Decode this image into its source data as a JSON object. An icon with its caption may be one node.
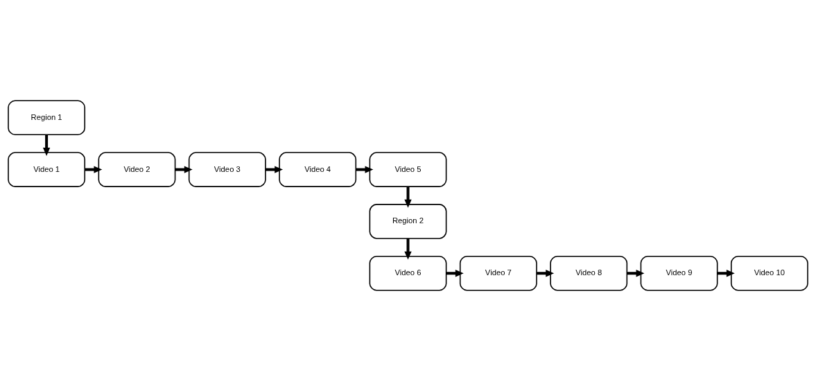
{
  "diagram": {
    "nodes": [
      {
        "text": [
          "Region 1"
        ]
      },
      {
        "text": [
          "Video 1"
        ]
      },
      {
        "text": [
          "Video 2"
        ]
      },
      {
        "text": [
          "Video 3"
        ]
      },
      {
        "text": [
          "Video 4"
        ]
      },
      {
        "text": [
          "Video 5"
        ]
      },
      {
        "text": [
          "Region 2"
        ]
      },
      {
        "text": [
          "Video 6"
        ]
      },
      {
        "text": [
          "Video 7"
        ]
      },
      {
        "text": [
          "Video 8"
        ]
      },
      {
        "text": [
          "Video 9"
        ]
      },
      {
        "text": [
          "Video 10"
        ]
      }
    ],
    "edges": [
      {
        "from": 0,
        "to": 1,
        "arrow": "to"
      },
      {
        "from": 1,
        "to": 2,
        "arrow": "to"
      },
      {
        "from": 2,
        "to": 3,
        "arrow": "to"
      },
      {
        "from": 3,
        "to": 4,
        "arrow": "to"
      },
      {
        "from": 4,
        "to": 5,
        "arrow": "to"
      },
      {
        "from": 5,
        "to": 6,
        "arrow": "to"
      },
      {
        "from": 6,
        "to": 7,
        "arrow": "to"
      },
      {
        "from": 7,
        "to": 8,
        "arrow": "to"
      },
      {
        "from": 8,
        "to": 9,
        "arrow": "to"
      },
      {
        "from": 9,
        "to": 10,
        "arrow": "to"
      },
      {
        "from": 10,
        "to": 11,
        "arrow": "to"
      }
    ]
  }
}
